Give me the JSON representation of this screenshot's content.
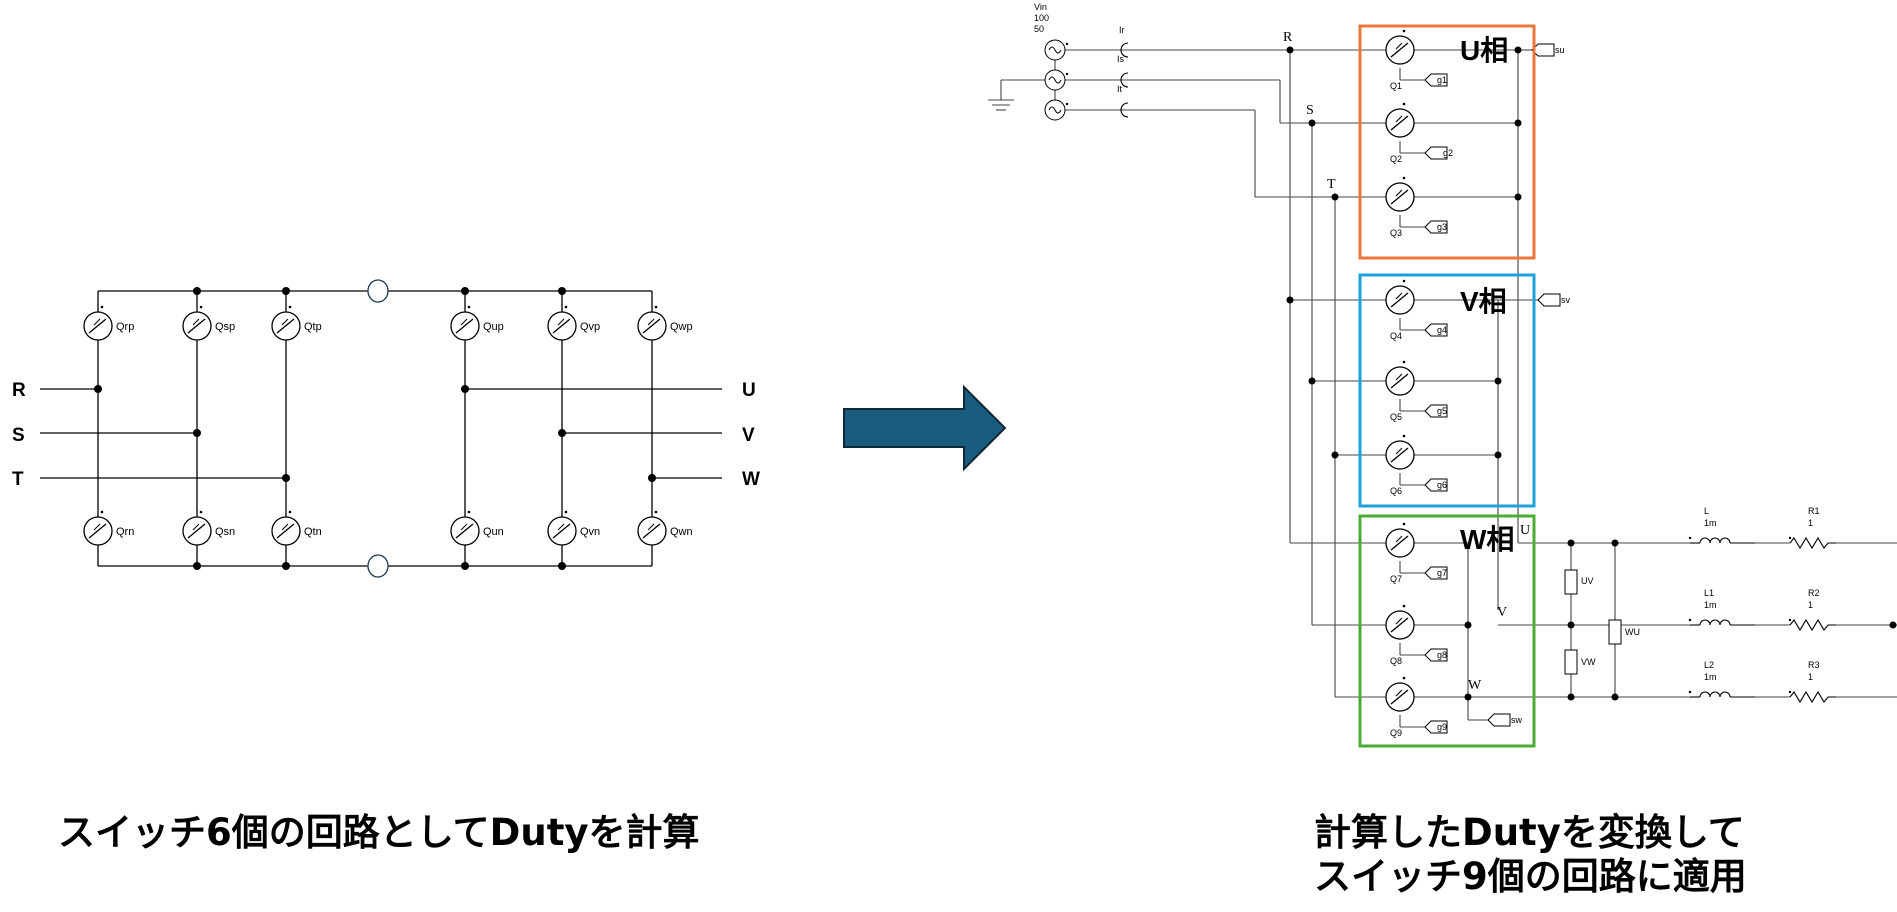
{
  "left_diagram": {
    "switches_top": [
      "Qrp",
      "Qsp",
      "Qtp",
      "Qup",
      "Qvp",
      "Qwp"
    ],
    "switches_bottom": [
      "Qrn",
      "Qsn",
      "Qtn",
      "Qun",
      "Qvn",
      "Qwn"
    ],
    "inputs": [
      "R",
      "S",
      "T"
    ],
    "outputs": [
      "U",
      "V",
      "W"
    ],
    "caption": "スイッチ6個の回路としてDutyを計算"
  },
  "arrow": {
    "color": "#1b5b7d",
    "border_color": "#0d2a3c"
  },
  "right_diagram": {
    "source": {
      "label": "Vin",
      "amplitude": "100",
      "frequency": "50"
    },
    "current_probes": [
      "Ir",
      "Is",
      "It"
    ],
    "phase_nodes": [
      "R",
      "S",
      "T"
    ],
    "groups": [
      {
        "label": "U相",
        "color": "#e8773a",
        "switches": [
          "Q1",
          "Q2",
          "Q3"
        ],
        "gates": [
          "g1",
          "g2",
          "g3"
        ],
        "sense": "su"
      },
      {
        "label": "V相",
        "color": "#1ea0da",
        "switches": [
          "Q4",
          "Q5",
          "Q6"
        ],
        "gates": [
          "g4",
          "g5",
          "g6"
        ],
        "sense": "sv"
      },
      {
        "label": "W相",
        "color": "#4aab35",
        "switches": [
          "Q7",
          "Q8",
          "Q9"
        ],
        "gates": [
          "g7",
          "g8",
          "g9"
        ],
        "sense": "sw"
      }
    ],
    "output_nodes": [
      "U",
      "V",
      "W"
    ],
    "voltage_probes": [
      "UV",
      "VW",
      "WU"
    ],
    "loads": [
      {
        "inductor": "L",
        "l_value": "1m",
        "resistor": "R1",
        "r_value": "1"
      },
      {
        "inductor": "L1",
        "l_value": "1m",
        "resistor": "R2",
        "r_value": "1"
      },
      {
        "inductor": "L2",
        "l_value": "1m",
        "resistor": "R3",
        "r_value": "1"
      }
    ],
    "caption_lines": [
      "計算したDutyを変換して",
      "スイッチ9個の回路に適用"
    ]
  }
}
